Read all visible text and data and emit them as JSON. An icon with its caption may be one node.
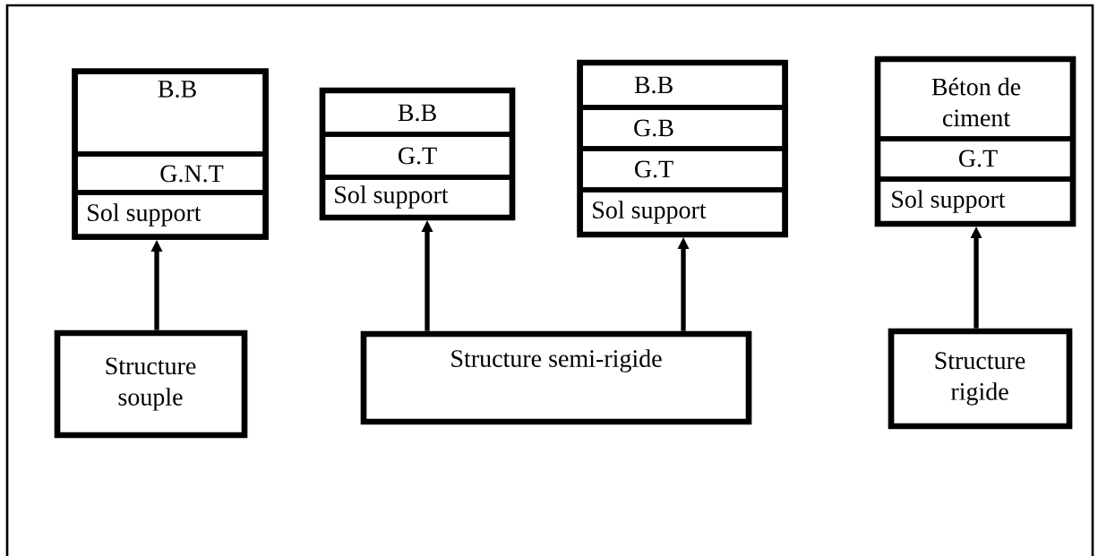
{
  "diagram": {
    "nodes": [
      {
        "text": [],
        "shape": "box"
      },
      {
        "text": [
          "B.B"
        ],
        "in": 0
      },
      {
        "text": [
          "G.N.T"
        ],
        "in": 0
      },
      {
        "text": [
          "Sol support"
        ],
        "in": 0
      },
      {
        "text": [],
        "shape": "box"
      },
      {
        "text": [
          "B.B"
        ],
        "in": 4
      },
      {
        "text": [
          "G.T"
        ],
        "in": 4
      },
      {
        "text": [
          "Sol support"
        ],
        "in": 4
      },
      {
        "text": [],
        "shape": "box"
      },
      {
        "text": [
          "B.B"
        ],
        "in": 8
      },
      {
        "text": [
          "G.B"
        ],
        "in": 8
      },
      {
        "text": [
          "G.T"
        ],
        "in": 8
      },
      {
        "text": [
          "Sol support"
        ],
        "in": 8
      },
      {
        "text": [],
        "shape": "box"
      },
      {
        "text": [
          "Béton de ciment"
        ],
        "in": 13
      },
      {
        "text": [
          "G.T"
        ],
        "in": 13
      },
      {
        "text": [
          "Sol support"
        ],
        "in": 13
      },
      {
        "text": [
          "Structure souple"
        ]
      },
      {
        "text": [
          "Structure semi-rigide"
        ]
      },
      {
        "text": [
          "Structure rigide"
        ]
      }
    ],
    "edges": [
      {
        "from": 17,
        "to": 3,
        "arrow": "to"
      },
      {
        "from": 18,
        "to": 7,
        "arrow": "to"
      },
      {
        "from": 18,
        "to": 12,
        "arrow": "to"
      },
      {
        "from": 19,
        "to": 16,
        "arrow": "to"
      }
    ]
  }
}
